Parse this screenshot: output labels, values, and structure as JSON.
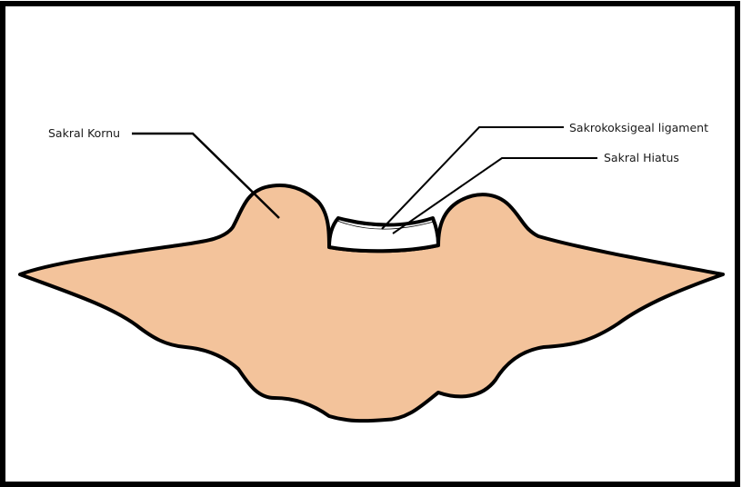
{
  "diagram": {
    "colors": {
      "bone_fill": "#f3c39b",
      "outline": "#000000",
      "hiatus_fill": "#ffffff",
      "frame": "#000000",
      "background": "#ffffff"
    },
    "labels": {
      "sakral_kornu": "Sakral Kornu",
      "sakrokoksigeal_ligament": "Sakrokoksigeal ligament",
      "sakral_hiatus": "Sakral Hiatus"
    }
  }
}
